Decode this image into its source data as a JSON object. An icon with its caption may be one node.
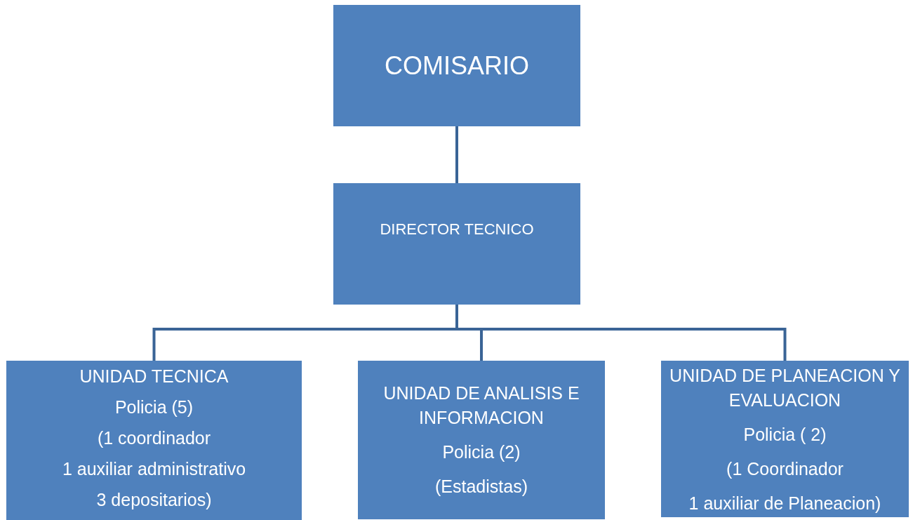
{
  "diagram": {
    "nodes": [
      {
        "text": [
          "COMISARIO"
        ]
      },
      {
        "text": [
          "DIRECTOR TECNICO"
        ]
      },
      {
        "text": [
          "UNIDAD TECNICA",
          "Policia (5)",
          "(1 coordinador",
          "1 auxiliar administrativo",
          "3 depositarios)"
        ]
      },
      {
        "text": [
          "UNIDAD DE ANALISIS E INFORMACION",
          "Policia (2)",
          "(Estadistas)"
        ]
      },
      {
        "text": [
          "UNIDAD DE PLANEACION Y EVALUACION",
          "Policia ( 2)",
          "(1 Coordinador",
          "1 auxiliar de Planeacion)"
        ]
      }
    ],
    "edges": [
      {
        "from": 0,
        "to": 1,
        "arrow": "none"
      },
      {
        "from": 1,
        "to": 2,
        "arrow": "none"
      },
      {
        "from": 1,
        "to": 3,
        "arrow": "none"
      },
      {
        "from": 1,
        "to": 4,
        "arrow": "none"
      }
    ]
  }
}
